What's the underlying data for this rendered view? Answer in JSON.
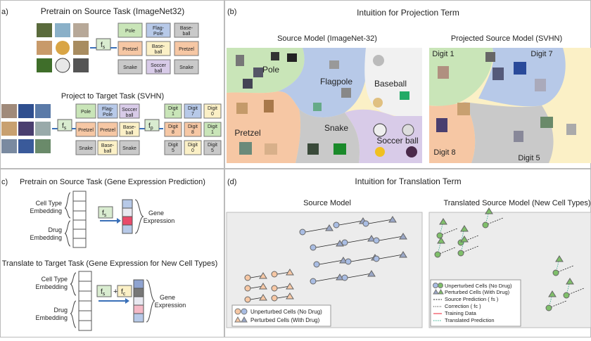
{
  "panel_a": {
    "label": "a)",
    "title": "Pretrain on Source Task (ImageNet32)",
    "fs": "f",
    "fs_sub": "s",
    "source_classes": [
      "Pole",
      "Flag-Pole",
      "Base-ball",
      "Pretzel",
      "Base-ball",
      "Pretzel",
      "Snake",
      "Soccer ball",
      "Snake"
    ],
    "project_title": "Project to Target Task (SVHN)",
    "fp": "f",
    "fp_sub": "p",
    "target_classes": [
      "Pole",
      "Flag-Pole",
      "Soccer ball",
      "Pretzel",
      "Pretzel",
      "Base-ball",
      "Snake",
      "Base-ball",
      "Snake"
    ],
    "digit_classes": [
      "Digit 1",
      "Digit 7",
      "Digit 0",
      "Digit 8",
      "Digit 8",
      "Digit 1",
      "Digit 5",
      "Digit 0",
      "Digit 5"
    ]
  },
  "panel_b": {
    "label": "(b)",
    "title": "Intuition for Projection Term",
    "left_title": "Source Model (ImageNet-32)",
    "right_title": "Projected Source Model (SVHN)",
    "regions": [
      "Pole",
      "Flagpole",
      "Baseball",
      "Pretzel",
      "Snake",
      "Soccer ball"
    ],
    "digits": [
      "Digit 1",
      "Digit 7",
      "Digit 8",
      "Digit 5"
    ]
  },
  "panel_c": {
    "label": "c)",
    "title": "Pretrain on Source Task (Gene Expression Prediction)",
    "cell_type": "Cell Type Embedding",
    "drug": "Drug Embedding",
    "gene": "Gene Expression",
    "translate_title": "Translate to Target Task (Gene Expression for New Cell Types)",
    "fs": "f",
    "fs_sub": "s",
    "fc": "f",
    "fc_sub": "c"
  },
  "panel_d": {
    "label": "(d)",
    "title": "Intuition for Translation Term",
    "left_title": "Source Model",
    "right_title": "Translated Source Model (New Cell Types)",
    "legend_left": [
      "Unperturbed Cells (No Drug)",
      "Perturbed Cells (With Drug)"
    ],
    "legend_right": [
      "Unperturbed Cells (No Drug)",
      "Perturbed Cells (With Drug)",
      "Source Prediction ( fs )",
      "Correction ( fc )",
      "Training Data",
      "Translated Prediction"
    ]
  },
  "colors": {
    "green": "#c9e5b8",
    "blue": "#b7c9e8",
    "orange": "#f6c7a4",
    "gray": "#c9c9c9",
    "purple": "#d8cbe8",
    "yellow": "#fbf0c6",
    "pink": "#f4b9c6",
    "circle": "#a9bde3",
    "triangle": "#9aa7c7",
    "green_tri": "#7fbf6a"
  }
}
